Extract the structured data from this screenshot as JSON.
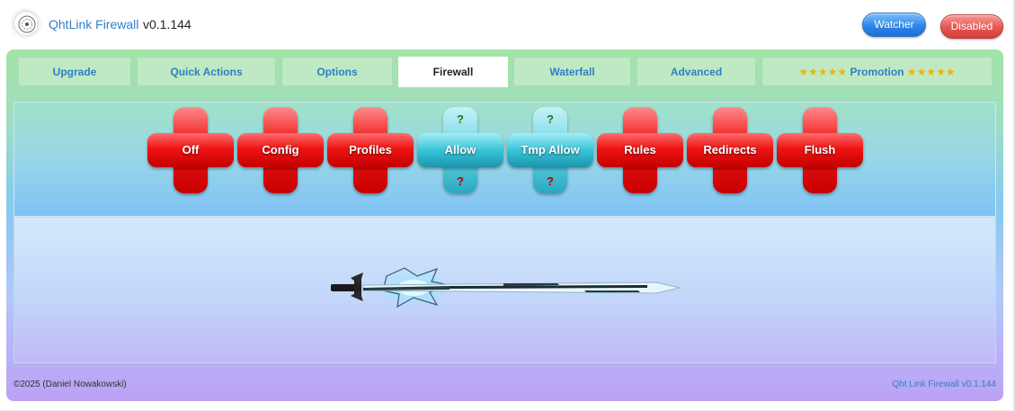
{
  "header": {
    "app_name": "QhtLink Firewall",
    "version": "v0.1.144",
    "watcher_label": "Watcher",
    "disabled_label": "Disabled"
  },
  "tabs": [
    {
      "label": "Upgrade"
    },
    {
      "label": "Quick Actions"
    },
    {
      "label": "Options"
    },
    {
      "label": "Firewall",
      "active": true
    },
    {
      "label": "Waterfall"
    },
    {
      "label": "Advanced"
    },
    {
      "label": "Promotion",
      "stars_left": "★★★★★",
      "stars_right": "★★★★★"
    }
  ],
  "actions": [
    {
      "label": "Off",
      "style": "red"
    },
    {
      "label": "Config",
      "style": "red"
    },
    {
      "label": "Profiles",
      "style": "red"
    },
    {
      "label": "Allow",
      "style": "teal",
      "top_mark": "?",
      "bottom_mark": "?"
    },
    {
      "label": "Tmp Allow",
      "style": "teal",
      "top_mark": "?",
      "bottom_mark": "?"
    },
    {
      "label": "Rules",
      "style": "red"
    },
    {
      "label": "Redirects",
      "style": "red"
    },
    {
      "label": "Flush",
      "style": "red"
    }
  ],
  "footer": {
    "copyright": "©2025 (Daniel Nowakowski)",
    "product": "Qht Link Firewall v0.1.144"
  },
  "colors": {
    "link_blue": "#2f7fc4",
    "red_button": "#e31212",
    "teal_button": "#2fbcd2",
    "star_gold": "#f3b400"
  },
  "icons": {
    "logo": "qhtlink-logo-icon",
    "banner": "sword-banner-image"
  }
}
